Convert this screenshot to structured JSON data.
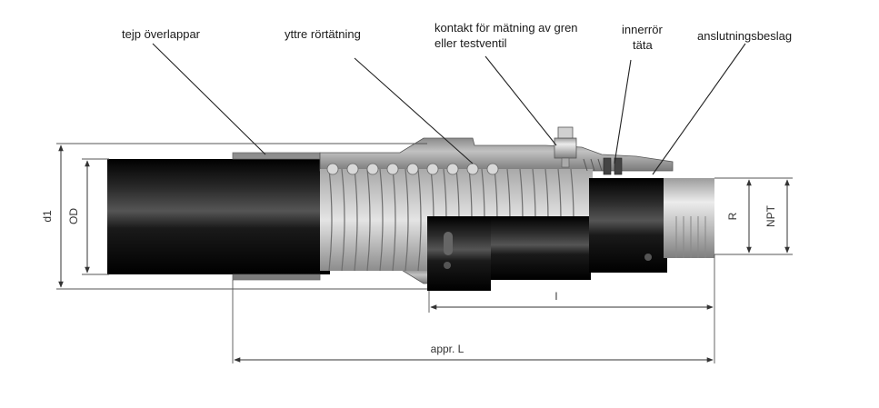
{
  "labels": {
    "tape_overlap": "tejp överlappar",
    "outer_seal": "yttre rörtätning",
    "contact_line1": "kontakt för mätning av gren",
    "contact_line2": "eller testventil",
    "inner_seal_line1": "innerrör",
    "inner_seal_line2": "täta",
    "fitting": "anslutningsbeslag"
  },
  "dimensions": {
    "d1": "d1",
    "od": "OD",
    "r": "R",
    "npt": "NPT",
    "l": "l",
    "appr_l": "appr. L"
  },
  "colors": {
    "pipe_black": "#0c0c0c",
    "coupling_grey": "#9a9a9a",
    "steel_silver": "#c8c8c8",
    "background": "#ffffff"
  }
}
